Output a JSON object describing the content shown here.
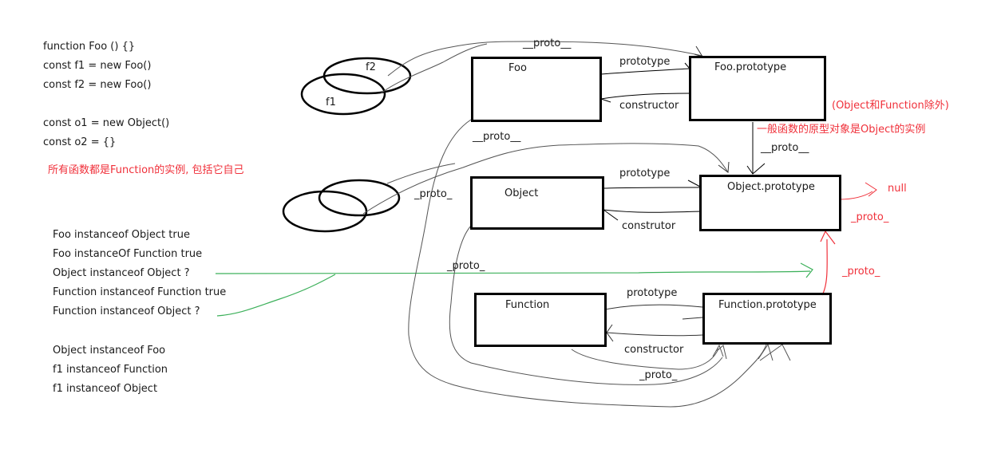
{
  "code_notes": {
    "declarations": [
      "function Foo () {}",
      "const f1 = new Foo()",
      "const f2 = new Foo()",
      "const o1 = new Object()",
      "const o2 = {}"
    ],
    "all_functions_note": "所有函数都是Function的实例, 包括它自己",
    "instanceof_checks": [
      "Foo instanceof Object  true",
      "Foo instanceOf Function  true",
      "Object instanceof Object  ?",
      "Function instanceof Function  true",
      "Function instanceof Object  ?"
    ],
    "questions": [
      "Object instanceof Foo",
      "f1 instanceof Function",
      "f1 instanceof Object"
    ]
  },
  "instances": {
    "f2": "f2",
    "f1": "f1"
  },
  "boxes": {
    "foo": "Foo",
    "foo_prototype": "Foo.prototype",
    "object": "Object",
    "object_prototype": "Object.prototype",
    "function": "Function",
    "function_prototype": "Function.prototype"
  },
  "edge_labels": {
    "proto": "__proto__",
    "proto_short": "_proto_",
    "prototype": "prototype",
    "constructor": "constructor",
    "construtor": "construtor",
    "null": "null"
  },
  "annotations": {
    "exception_note": "(Object和Function除外)",
    "prototype_instance_note": "一般函数的原型对象是Object的实例"
  },
  "colors": {
    "ink": "#000000",
    "pencil": "#555555",
    "red": "#f0303a",
    "green": "#3cb05a"
  }
}
